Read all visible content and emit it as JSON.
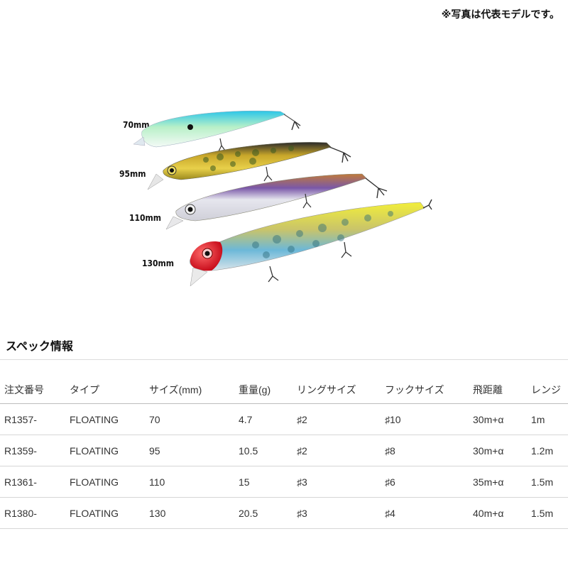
{
  "note": "※写真は代表モデルです。",
  "photo": {
    "size_labels": [
      "70mm",
      "95mm",
      "110mm",
      "130mm"
    ]
  },
  "spec": {
    "title": "スペック情報",
    "headers": [
      "注文番号",
      "タイプ",
      "サイズ(mm)",
      "重量(g)",
      "リングサイズ",
      "フックサイズ",
      "飛距離",
      "レンジ"
    ],
    "rows": [
      [
        "R1357-",
        "FLOATING",
        "70",
        "4.7",
        "♯2",
        "♯10",
        "30m+α",
        "1m"
      ],
      [
        "R1359-",
        "FLOATING",
        "95",
        "10.5",
        "♯2",
        "♯8",
        "30m+α",
        "1.2m"
      ],
      [
        "R1361-",
        "FLOATING",
        "110",
        "15",
        "♯3",
        "♯6",
        "35m+α",
        "1.5m"
      ],
      [
        "R1380-",
        "FLOATING",
        "130",
        "20.5",
        "♯3",
        "♯4",
        "40m+α",
        "1.5m"
      ]
    ]
  }
}
